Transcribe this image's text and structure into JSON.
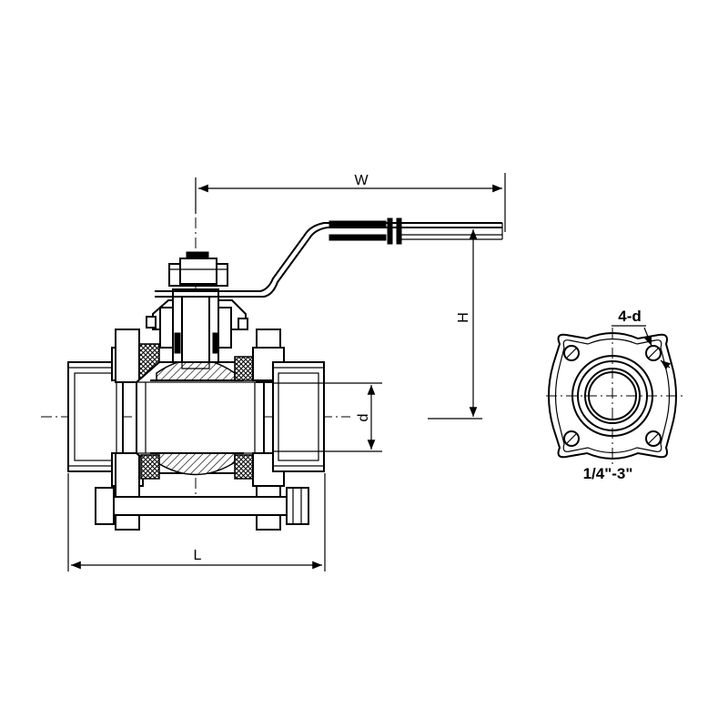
{
  "labels": {
    "width": "W",
    "height": "H",
    "bore": "d",
    "length": "L",
    "bolt_holes": "4-d",
    "size_range": "1/4\"-3\""
  }
}
